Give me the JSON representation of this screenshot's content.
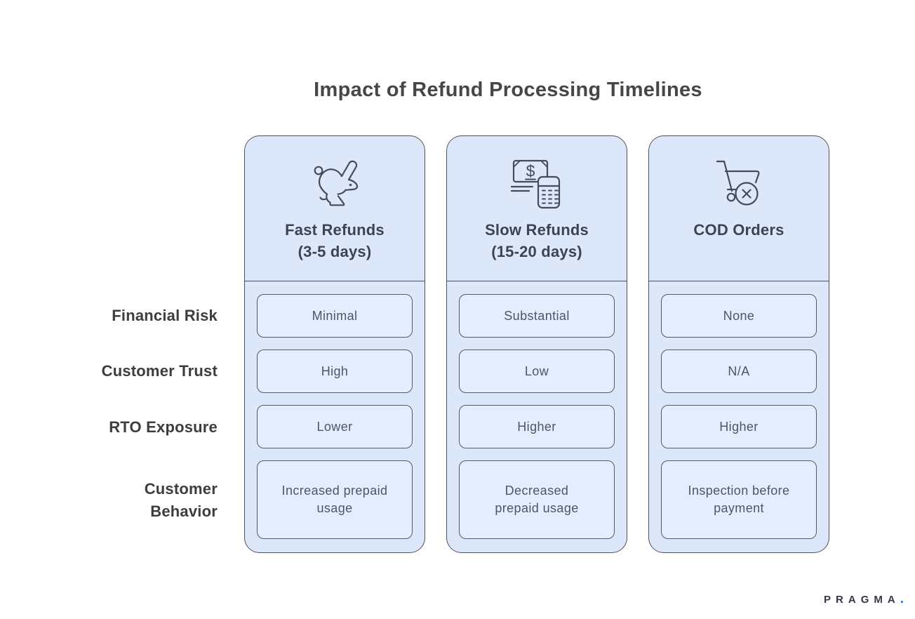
{
  "title": "Impact of Refund Processing Timelines",
  "rows": [
    {
      "label": "Financial Risk"
    },
    {
      "label": "Customer Trust"
    },
    {
      "label": "RTO Exposure"
    },
    {
      "label": "Customer Behavior"
    }
  ],
  "columns": [
    {
      "icon": "rabbit-icon",
      "title_line1": "Fast Refunds",
      "title_line2": "(3-5 days)",
      "cells": [
        "Minimal",
        "High",
        "Lower",
        "Increased prepaid\nusage"
      ]
    },
    {
      "icon": "money-calculator-icon",
      "title_line1": "Slow Refunds",
      "title_line2": "(15-20 days)",
      "cells": [
        "Substantial",
        "Low",
        "Higher",
        "Decreased\nprepaid usage"
      ]
    },
    {
      "icon": "cart-cancel-icon",
      "title_line1": "COD Orders",
      "title_line2": "",
      "cells": [
        "None",
        "N/A",
        "Higher",
        "Inspection before\npayment"
      ]
    }
  ],
  "footer": {
    "brand": "PRAGMA",
    "dot": "."
  },
  "colors": {
    "page_bg": "#ffffff",
    "card_bg": "#dce7fa",
    "cell_bg": "#e4edfc",
    "card_border": "#4a5363",
    "cell_border": "#525b6c",
    "title_text": "#464646",
    "label_text": "#3d3d3d",
    "card_title_text": "#3d4351",
    "cell_text": "#4d5666",
    "icon_stroke": "#434b5c",
    "brand_text": "#333a46",
    "brand_dot": "#2f6ae9"
  }
}
